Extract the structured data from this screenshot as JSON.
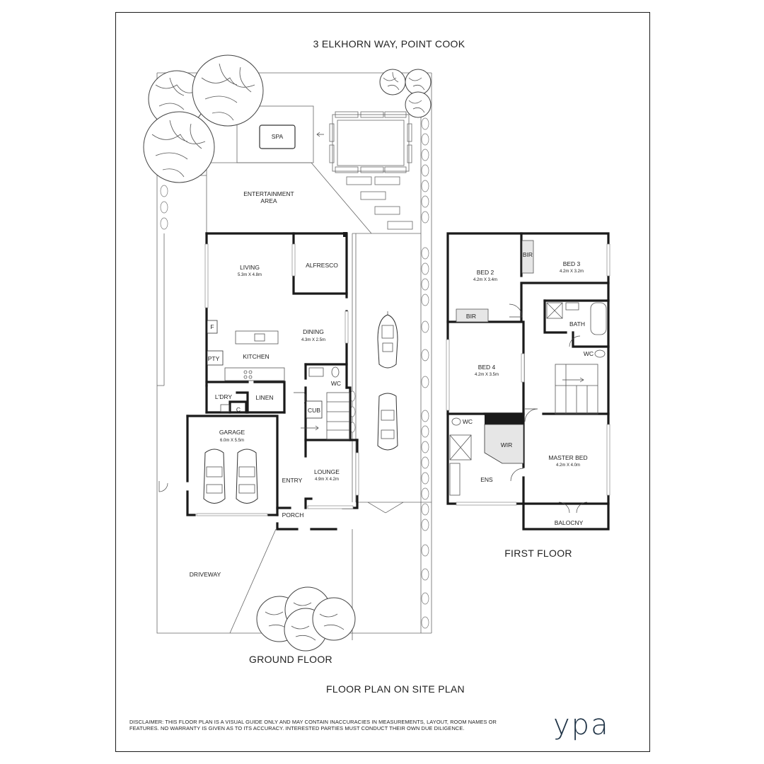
{
  "title": "3 ELKHORN WAY, POINT COOK",
  "captions": {
    "ground_floor": "GROUND FLOOR",
    "first_floor": "FIRST FLOOR",
    "plan_type": "FLOOR PLAN ON SITE PLAN"
  },
  "ground_floor_rooms": {
    "spa": "SPA",
    "entertainment_1": "ENTERTAINMENT",
    "entertainment_2": "AREA",
    "living": "LIVING",
    "living_dim": "5.3m X 4.8m",
    "alfresco": "ALFRESCO",
    "dining": "DINING",
    "dining_dim": "4.3m X 2.5m",
    "kitchen": "KITCHEN",
    "fridge": "F",
    "pantry": "PTY",
    "wc": "WC",
    "laundry": "L'DRY",
    "linen": "LINEN",
    "cupboard_c": "C",
    "cub": "CUB",
    "garage": "GARAGE",
    "garage_dim": "6.0m X 5.5m",
    "lounge": "LOUNGE",
    "lounge_dim": "4.9m X 4.2m",
    "entry": "ENTRY",
    "porch": "PORCH",
    "driveway": "DRIVEWAY"
  },
  "first_floor_rooms": {
    "bed2": "BED 2",
    "bed2_dim": "4.2m X 3.4m",
    "bir_top": "BIR",
    "bed3": "BED 3",
    "bed3_dim": "4.2m X 3.2m",
    "bir_bed2": "BIR",
    "bath": "BATH",
    "wc_upper": "WC",
    "bed4": "BED 4",
    "bed4_dim": "4.2m X 3.5m",
    "wc_ens": "WC",
    "wir": "WIR",
    "ens": "ENS",
    "master_bed": "MASTER BED",
    "master_dim": "4.2m X 4.0m",
    "balcony": "BALOCNY"
  },
  "disclaimer": "DISCLAIMER: THIS FLOOR PLAN IS A VISUAL GUIDE ONLY AND MAY CONTAIN INACCURACIES IN MEASUREMENTS, LAYOUT, ROOM NAMES OR FEATURES. NO WARRANTY IS GIVEN AS TO ITS ACCURACY. INTERESTED PARTIES MUST CONDUCT THEIR OWN DUE DILIGENCE.",
  "logo": "ypa",
  "colors": {
    "wall": "#1a1a1a",
    "logo": "#1f3346",
    "wir_fill": "#e6e6e6"
  }
}
